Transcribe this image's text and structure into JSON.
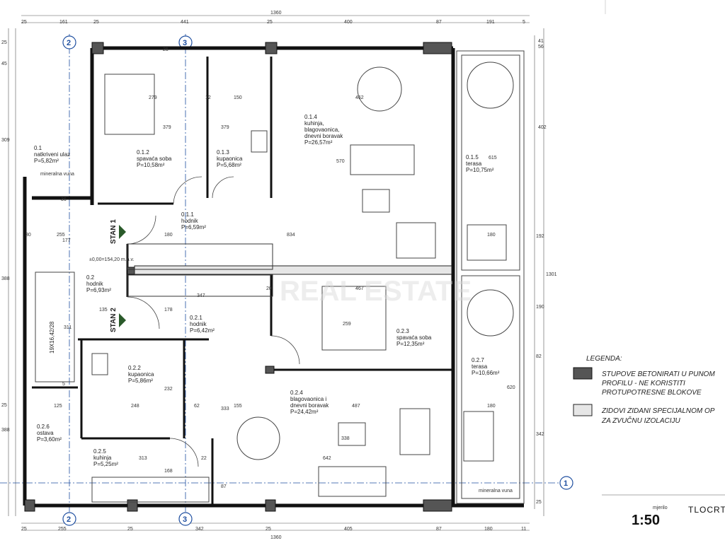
{
  "dimensions": {
    "top_total": "1360",
    "top": [
      "25",
      "161",
      "25",
      "441",
      "25",
      "400",
      "87",
      "191",
      "5"
    ],
    "bottom_total": "1360",
    "bottom": [
      "25",
      "255",
      "25",
      "342",
      "25",
      "405",
      "87",
      "180",
      "11"
    ],
    "right": [
      "41",
      "56",
      "402",
      "1301",
      "192",
      "190",
      "82",
      "342",
      "25"
    ],
    "left": [
      "25",
      "45",
      "309",
      "388",
      "388",
      "25"
    ],
    "interior": [
      "279",
      "379",
      "150",
      "379",
      "462",
      "570",
      "615",
      "180",
      "255",
      "177",
      "180",
      "834",
      "347",
      "135",
      "178",
      "311",
      "467",
      "259",
      "248",
      "232",
      "333",
      "155",
      "487",
      "620",
      "180",
      "313",
      "642",
      "338",
      "168",
      "87",
      "25",
      "12",
      "36",
      "30",
      "20",
      "5",
      "125",
      "62",
      "22"
    ]
  },
  "axes": {
    "a1": "1",
    "a2": "2",
    "a3": "3"
  },
  "rooms": {
    "r01_name": "0.1",
    "r01_l1": "natkriveni ulaz",
    "r01_area": "P=5,82m²",
    "r012_name": "0.1.2",
    "r012_l1": "spavaća soba",
    "r012_area": "P=10,58m²",
    "r013_name": "0.1.3",
    "r013_l1": "kupaonica",
    "r013_area": "P=5,68m²",
    "r014_name": "0.1.4",
    "r014_l1": "kuhinja,",
    "r014_l2": "blagovaonica,",
    "r014_l3": "dnevni boravak",
    "r014_area": "P=26,57m²",
    "r015_name": "0.1.5",
    "r015_l1": "terasa",
    "r015_area": "P=10,75m²",
    "r011_name": "0.1.1",
    "r011_l1": "hodnik",
    "r011_area": "P=6,59m²",
    "r02_name": "0.2",
    "r02_l1": "hodnik",
    "r02_area": "P=6,93m²",
    "r021_name": "0.2.1",
    "r021_l1": "hodnik",
    "r021_area": "P=6,42m²",
    "r022_name": "0.2.2",
    "r022_l1": "kupaonica",
    "r022_area": "P=5,86m²",
    "r023_name": "0.2.3",
    "r023_l1": "spavaća soba",
    "r023_area": "P=12,35m²",
    "r024_name": "0.2.4",
    "r024_l1": "blagovaonica i",
    "r024_l2": "dnevni boravak",
    "r024_area": "P=24,42m²",
    "r025_name": "0.2.5",
    "r025_l1": "kuhinja",
    "r025_area": "P=5,25m²",
    "r026_name": "0.2.6",
    "r026_l1": "ostava",
    "r026_area": "P=3,60m²",
    "r027_name": "0.2.7",
    "r027_l1": "terasa",
    "r027_area": "P=10,66m²"
  },
  "labels": {
    "stan1": "STAN 1",
    "stan2": "STAN 2",
    "stairs": "19X16,42/28",
    "elevation": "±0,00=154,20 m.n.v.",
    "wool1": "mineralna vuna",
    "wool2": "mineralna vuna",
    "watermark": "REAL ESTATE"
  },
  "legend": {
    "title": "LEGENDA:",
    "item1_l1": "STUPOVE BETONIRATI U PUNOM",
    "item1_l2": "PROFILU - NE KORISTITI",
    "item1_l3": "PROTUPOTRESNE BLOKOVE",
    "item2_l1": "ZIDOVI ZIDANI SPECIJALNOM OP",
    "item2_l2": "ZA ZVUČNU IZOLACIJU"
  },
  "titleblock": {
    "scale_label": "mjerilo",
    "scale": "1:50",
    "sheet": "TLOCRT"
  },
  "colors": {
    "axis": "#1f4fa0",
    "wall": "#111111",
    "column": "#555555",
    "stan_arrow": "#2a5a2a"
  }
}
